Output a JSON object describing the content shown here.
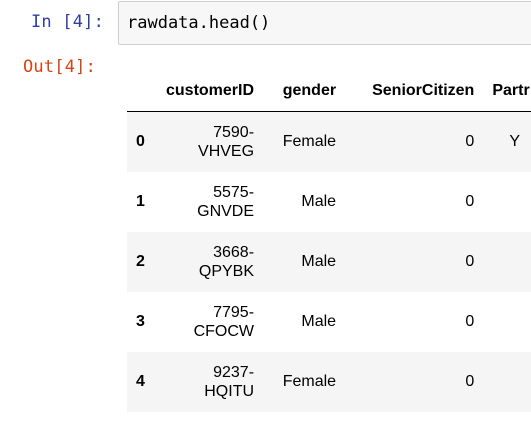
{
  "cell": {
    "in_prompt": "In [4]:",
    "out_prompt": "Out[4]:",
    "code": "rawdata.head()"
  },
  "table": {
    "columns": [
      "customerID",
      "gender",
      "SeniorCitizen",
      "Partr"
    ],
    "rows": [
      {
        "index": "0",
        "customerID_top": "7590-",
        "customerID_bottom": "VHVEG",
        "gender": "Female",
        "SeniorCitizen": "0",
        "Partner": "Y"
      },
      {
        "index": "1",
        "customerID_top": "5575-",
        "customerID_bottom": "GNVDE",
        "gender": "Male",
        "SeniorCitizen": "0",
        "Partner": ""
      },
      {
        "index": "2",
        "customerID_top": "3668-",
        "customerID_bottom": "QPYBK",
        "gender": "Male",
        "SeniorCitizen": "0",
        "Partner": ""
      },
      {
        "index": "3",
        "customerID_top": "7795-",
        "customerID_bottom": "CFOCW",
        "gender": "Male",
        "SeniorCitizen": "0",
        "Partner": ""
      },
      {
        "index": "4",
        "customerID_top": "9237-",
        "customerID_bottom": "HQITU",
        "gender": "Female",
        "SeniorCitizen": "0",
        "Partner": ""
      }
    ]
  }
}
